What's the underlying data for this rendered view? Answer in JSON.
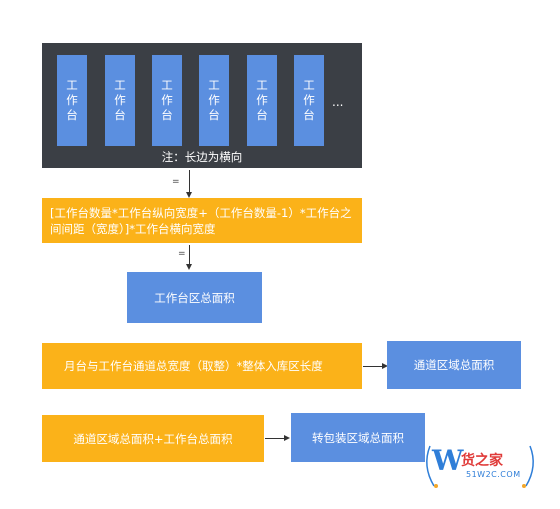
{
  "workstation": {
    "label_chars": [
      "工",
      "作",
      "台"
    ],
    "ellipsis": "...",
    "note": "注：长边为横向"
  },
  "formula1": "[工作台数量*工作台纵向宽度+（工作台数量-1）*工作台之间间距（宽度）]*工作台横向宽度",
  "result1": "工作台区总面积",
  "formula2": "月台与工作台通道总宽度（取整）*整体入库区长度",
  "result2": "通道区域总面积",
  "formula3": "通道区域总面积+工作台总面积",
  "result3": "转包装区域总面积",
  "symbols": {
    "equals": "=",
    "equals_short": "="
  },
  "watermark": {
    "mark": "W",
    "name": "货之家",
    "url": "51W2C.COM"
  },
  "colors": {
    "panel": "#3b3f45",
    "blue": "#5b8fe0",
    "orange": "#fbb219"
  }
}
